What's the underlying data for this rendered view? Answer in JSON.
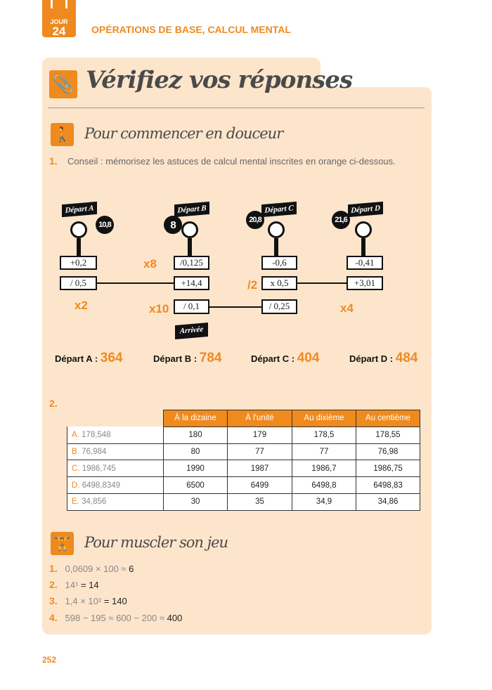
{
  "header": {
    "day_label": "JOUR",
    "day_number": "24",
    "chapter": "OPÉRATIONS DE BASE, CALCUL MENTAL"
  },
  "title": "Vérifiez vos réponses",
  "section1": {
    "title": "Pour commencer en douceur",
    "number": "1.",
    "advice": "Conseil : mémorisez les astuces de calcul mental inscrites en orange ci-dessous."
  },
  "diagram": {
    "starts": [
      {
        "label": "Départ A",
        "balloon": "10,8",
        "ops": [
          "+0,2",
          "/ 0,5"
        ]
      },
      {
        "label": "Départ B",
        "balloon": "8",
        "ops": [
          "/0,125",
          "+14,4",
          "/ 0,1"
        ]
      },
      {
        "label": "Départ C",
        "balloon": "20,8",
        "ops": [
          "-0,6",
          "x 0,5",
          "/ 0,25"
        ]
      },
      {
        "label": "Départ D",
        "balloon": "21,6",
        "ops": [
          "-0,41",
          "+3,01"
        ]
      }
    ],
    "arrival": "Arrivée",
    "tips": {
      "b1": "x8",
      "a2": "x2",
      "c2": "/2",
      "b3": "x10",
      "c3": "x4"
    }
  },
  "results": [
    {
      "label": "Départ A :",
      "value": "364"
    },
    {
      "label": "Départ B :",
      "value": "784"
    },
    {
      "label": "Départ C :",
      "value": "404"
    },
    {
      "label": "Départ D :",
      "value": "484"
    }
  ],
  "section2": {
    "number": "2.",
    "headers": [
      "À la dizaine",
      "À l'unité",
      "Au dixième",
      "Au centième"
    ],
    "rows": [
      {
        "letter": "A.",
        "value": "178,548",
        "cells": [
          "180",
          "179",
          "178,5",
          "178,55"
        ]
      },
      {
        "letter": "B.",
        "value": "76,984",
        "cells": [
          "80",
          "77",
          "77",
          "76,98"
        ]
      },
      {
        "letter": "C.",
        "value": "1986,745",
        "cells": [
          "1990",
          "1987",
          "1986,7",
          "1986,75"
        ]
      },
      {
        "letter": "D.",
        "value": "6498,8349",
        "cells": [
          "6500",
          "6499",
          "6498,8",
          "6498,83"
        ]
      },
      {
        "letter": "E.",
        "value": "34,856",
        "cells": [
          "30",
          "35",
          "34,9",
          "34,86"
        ]
      }
    ]
  },
  "section3": {
    "title": "Pour muscler son jeu",
    "items": [
      {
        "n": "1.",
        "expr": "0,0609 × 100 ≈ ",
        "answer": "6"
      },
      {
        "n": "2.",
        "expr": "14¹ ",
        "answer": "= 14"
      },
      {
        "n": "3.",
        "expr": "1,4 × 10² ",
        "answer": "= 140"
      },
      {
        "n": "4.",
        "expr": "598 − 195 ≈ 600 − 200 ≈ ",
        "answer": "400"
      }
    ]
  },
  "page_number": "252"
}
